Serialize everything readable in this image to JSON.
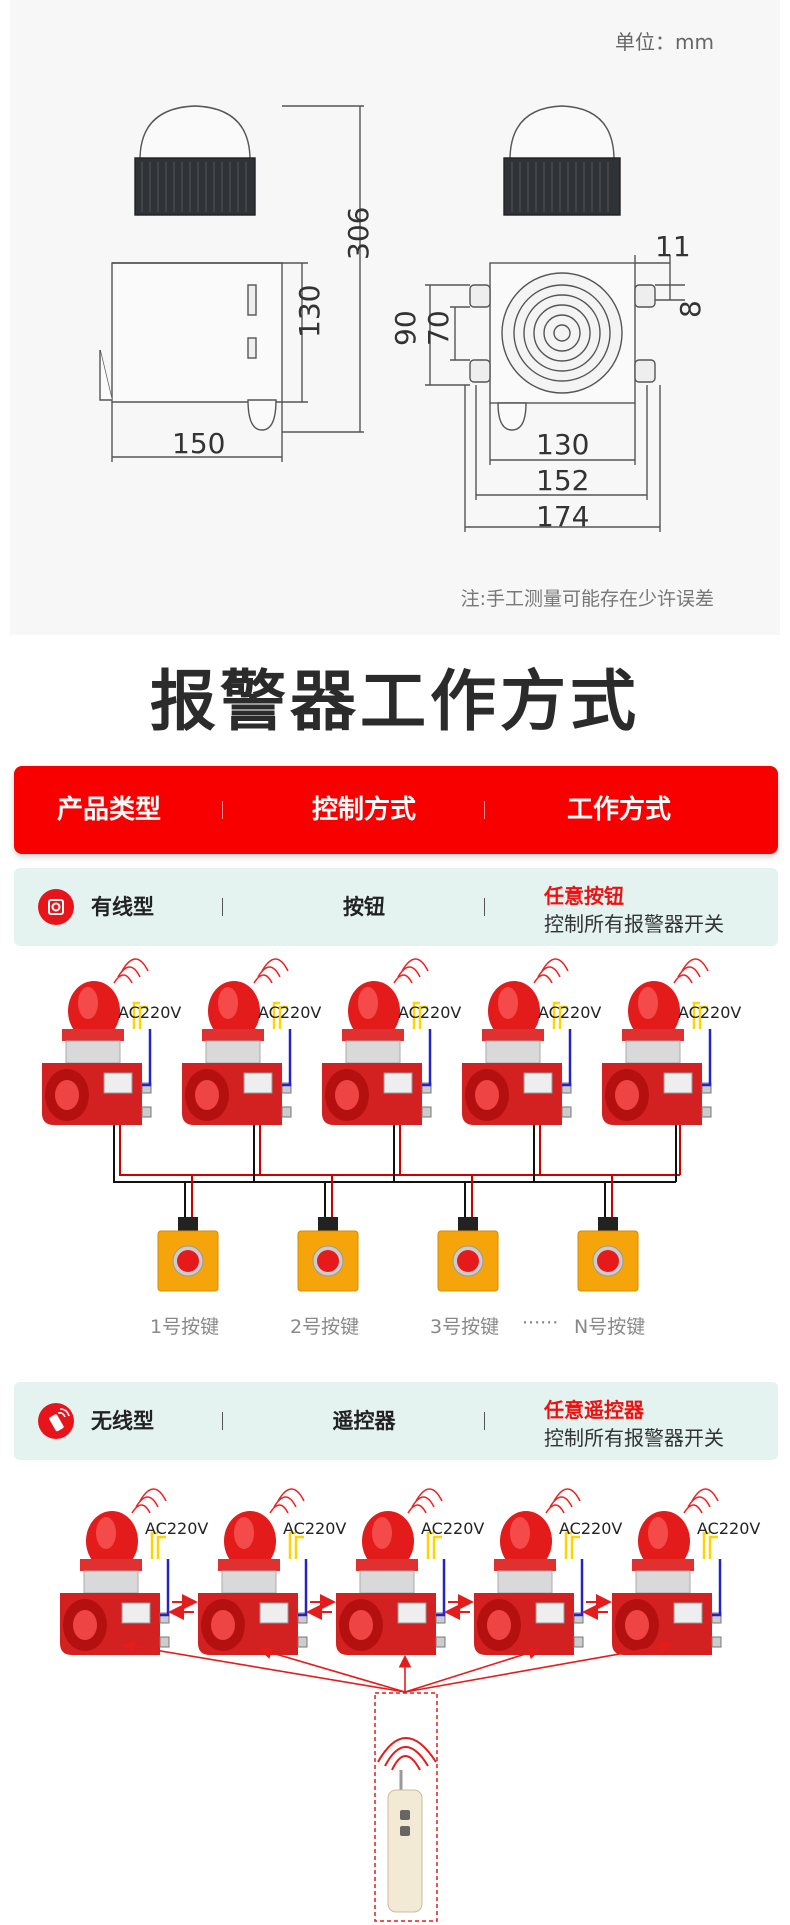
{
  "dimensions": {
    "unit_label": "单位：mm",
    "note": "注:手工测量可能存在少许误差",
    "side_view": {
      "height_total": "306",
      "height_body": "130",
      "width": "150"
    },
    "front_view": {
      "height_outer": "90",
      "height_inner": "70",
      "top_offset": "11",
      "bracket_gap": "8",
      "width_inner": "130",
      "width_mid": "152",
      "width_outer": "174"
    }
  },
  "heading": "报警器工作方式",
  "table_header": {
    "col1": "产品类型",
    "col2": "控制方式",
    "col3": "工作方式"
  },
  "wired": {
    "type": "有线型",
    "control": "按钮",
    "work_highlight": "任意按钮",
    "work_text": "控制所有报警器开关",
    "power_label": "AC220V",
    "buttons": [
      "1号按键",
      "2号按键",
      "3号按键",
      "N号按键"
    ],
    "ellipsis": "······"
  },
  "wireless": {
    "type": "无线型",
    "control": "遥控器",
    "work_highlight": "任意遥控器",
    "work_text": "控制所有报警器开关",
    "power_label": "AC220V"
  },
  "colors": {
    "accent_red": "#f90000",
    "row_bg": "#e4f3f0",
    "highlight_text": "#ee1111"
  }
}
